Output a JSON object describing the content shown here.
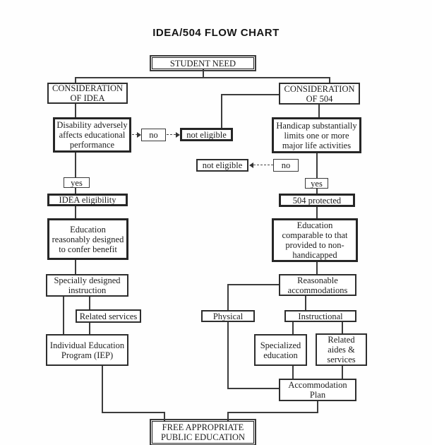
{
  "page": {
    "title": "IDEA/504 FLOW CHART",
    "ink_color": "#2e2e2e",
    "background_color": "#ffffff"
  },
  "nodes": {
    "student_need": {
      "label": "STUDENT NEED"
    },
    "consideration_idea": {
      "label": "CONSIDERATION\nOF IDEA"
    },
    "consideration_504": {
      "label": "CONSIDERATION\nOF 504"
    },
    "disability": {
      "label": "Disability adversely\naffects educational\nperformance"
    },
    "handicap": {
      "label": "Handicap substantially\nlimits one or more\nmajor life activities"
    },
    "no_left": {
      "label": "no"
    },
    "not_eligible_left": {
      "label": "not eligible"
    },
    "not_eligible_right": {
      "label": "not eligible"
    },
    "no_right": {
      "label": "no"
    },
    "yes_left": {
      "label": "yes"
    },
    "yes_right": {
      "label": "yes"
    },
    "idea_eligibility": {
      "label": "IDEA eligibility"
    },
    "protected_504": {
      "label": "504 protected"
    },
    "education_reasonable": {
      "label": "Education\nreasonably designed\nto confer benefit"
    },
    "education_comparable": {
      "label": "Education\ncomparable to that\nprovided to non-\nhandicapped"
    },
    "specially_designed": {
      "label": "Specially designed\ninstruction"
    },
    "related_services": {
      "label": "Related services"
    },
    "iep": {
      "label": "Individual Education\nProgram (IEP)"
    },
    "reasonable_accommodations": {
      "label": "Reasonable\naccommodations"
    },
    "physical": {
      "label": "Physical"
    },
    "instructional": {
      "label": "Instructional"
    },
    "specialized_education": {
      "label": "Specialized\neducation"
    },
    "related_aides": {
      "label": "Related\naides &\nservices"
    },
    "accommodation_plan": {
      "label": "Accommodation\nPlan"
    },
    "fape": {
      "label": "FREE APPROPRIATE\nPUBLIC EDUCATION"
    }
  }
}
